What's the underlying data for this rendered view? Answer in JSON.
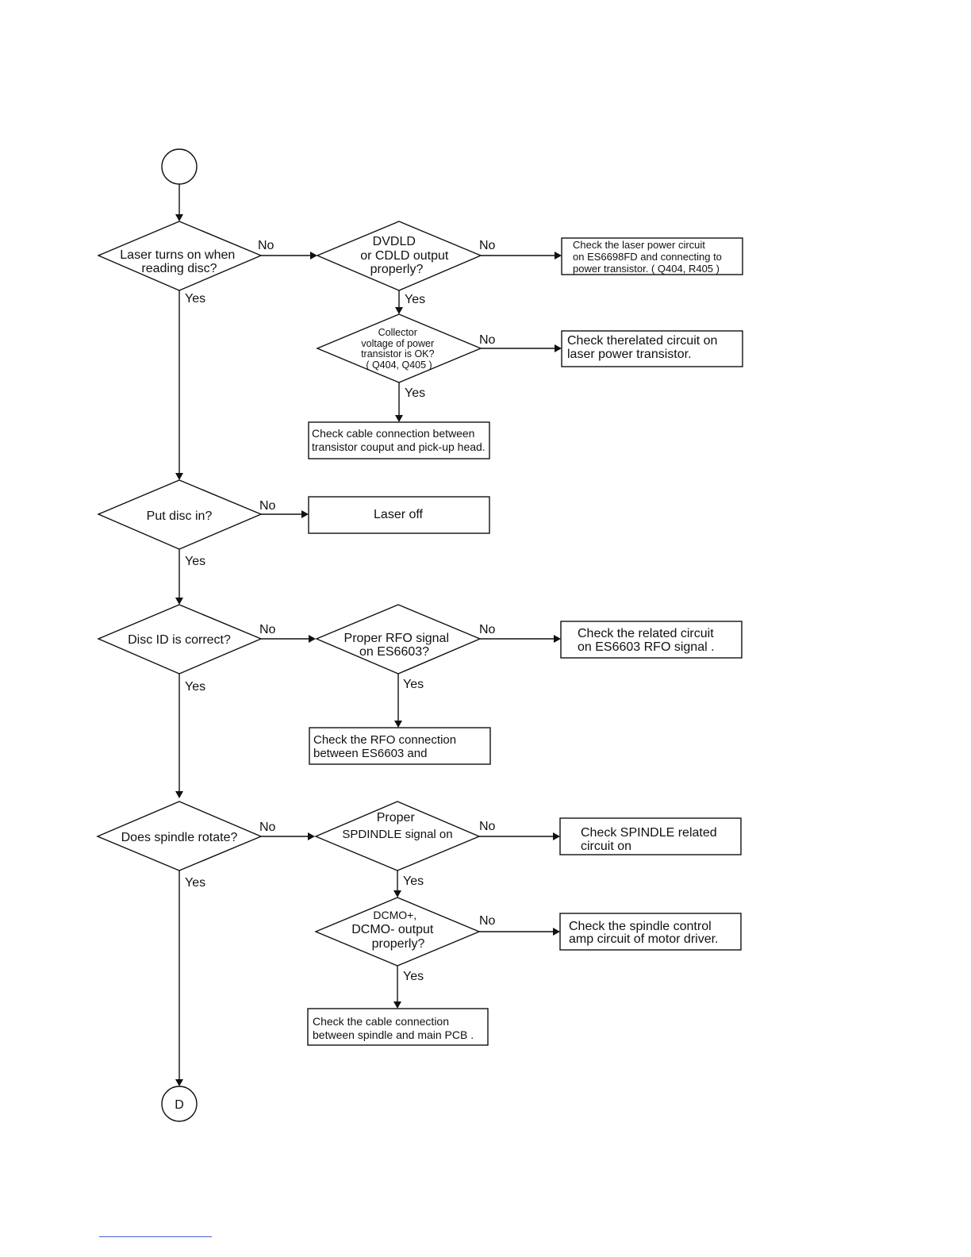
{
  "flowchart": {
    "start_connector": "",
    "end_connector": "D",
    "edge_labels": {
      "yes": "Yes",
      "no": "No"
    },
    "decisions": [
      {
        "id": "laser_on",
        "lines": [
          "Laser turns on when",
          "reading disc?"
        ]
      },
      {
        "id": "ld_output",
        "lines": [
          "DVDLD",
          "or  CDLD output",
          "properly?"
        ]
      },
      {
        "id": "collector_voltage",
        "lines": [
          "Collector",
          "voltage of power",
          "transistor is OK?",
          "( Q404, Q405 )"
        ]
      },
      {
        "id": "put_disc",
        "lines": [
          "Put disc in?"
        ]
      },
      {
        "id": "disc_id",
        "lines": [
          "Disc ID is correct?"
        ]
      },
      {
        "id": "rfo_signal",
        "lines": [
          "Proper RFO signal",
          "on ES6603?"
        ]
      },
      {
        "id": "spindle_rotate",
        "lines": [
          "Does spindle rotate?"
        ]
      },
      {
        "id": "spdindle_signal",
        "lines": [
          "Proper",
          "SPDINDLE  signal on"
        ]
      },
      {
        "id": "dcmo_output",
        "lines": [
          "DCMO+,",
          "DCMO-  output",
          "properly?"
        ]
      }
    ],
    "boxes": [
      {
        "id": "laser_power_circuit",
        "lines": [
          "Check the laser power circuit",
          "on ES6698FD and connecting to",
          "power transistor. ( Q404, R405 )"
        ]
      },
      {
        "id": "related_power_transistor",
        "lines": [
          "Check therelated  circuit  on",
          "laser power transistor."
        ]
      },
      {
        "id": "cable_transistor",
        "lines": [
          "Check cable connection between",
          "transistor couput and pick-up head."
        ]
      },
      {
        "id": "laser_off",
        "lines": [
          "Laser off"
        ]
      },
      {
        "id": "rfo_related",
        "lines": [
          "Check the related circuit",
          "on ES6603 RFO signal ."
        ]
      },
      {
        "id": "rfo_connection",
        "lines": [
          "Check the RFO connection",
          "between  ES6603 and"
        ]
      },
      {
        "id": "spindle_related",
        "lines": [
          "Check SPINDLE related",
          "circuit  on"
        ]
      },
      {
        "id": "spindle_control",
        "lines": [
          "Check the spindle control",
          "amp circuit of motor driver."
        ]
      },
      {
        "id": "cable_spindle",
        "lines": [
          "Check the cable connection",
          "between spindle and main PCB ."
        ]
      }
    ]
  },
  "colors": {
    "ink": "#111111",
    "footer_rule": "#4a5fd0"
  }
}
